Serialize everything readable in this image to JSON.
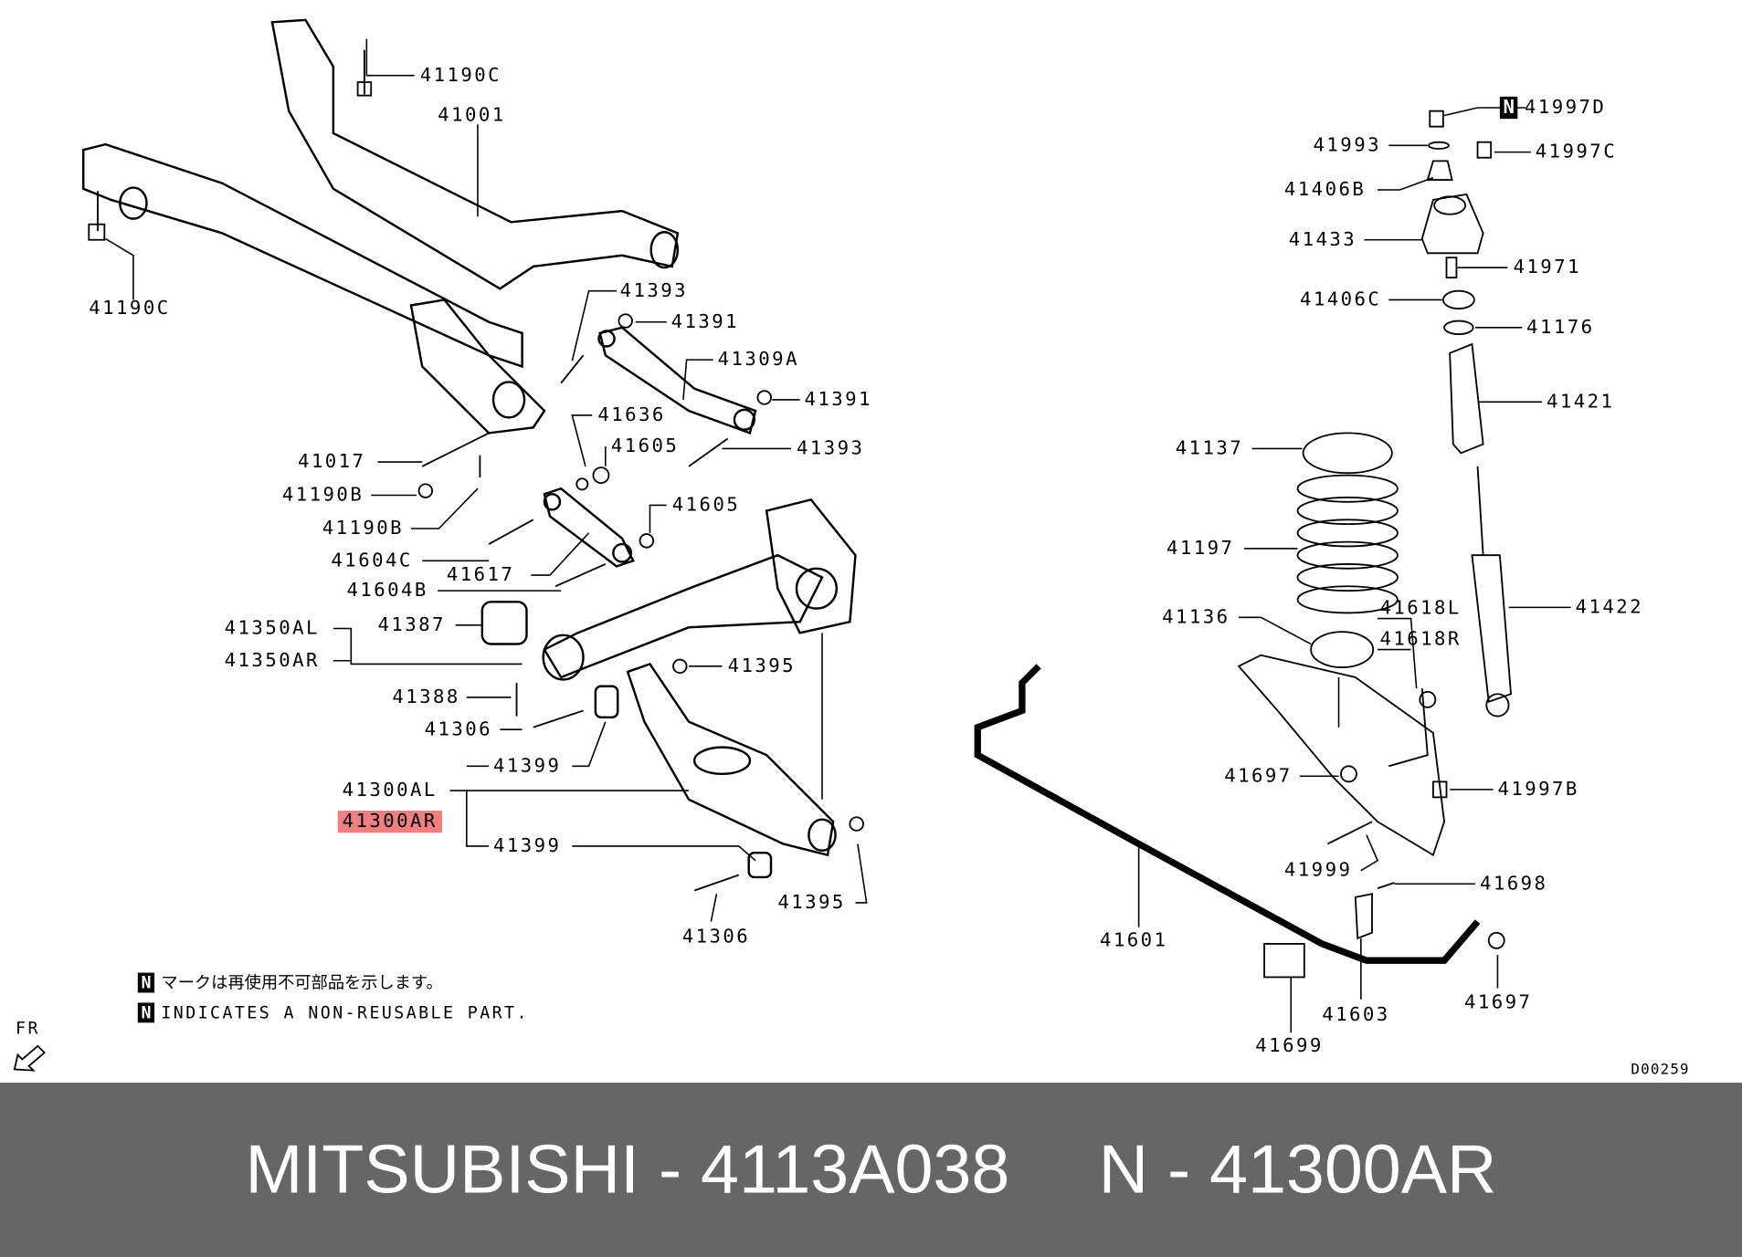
{
  "labels": [
    "41190C",
    "41001",
    "41190C",
    "41393",
    "41391",
    "41309A",
    "41636",
    "41391",
    "41605",
    "41393",
    "41017",
    "41190B",
    "41190B",
    "41605",
    "41604C",
    "41617",
    "41604B",
    "41350AL",
    "41387",
    "41350AR",
    "41395",
    "41388",
    "41306",
    "41399",
    "41300AL",
    "41300AR",
    "41399",
    "41395",
    "41306",
    "41997D",
    "41993",
    "41997C",
    "41406B",
    "41433",
    "41971",
    "41406C",
    "41176",
    "41421",
    "41137",
    "41197",
    "41618L",
    "41422",
    "41136",
    "41618R",
    "41697",
    "41997B",
    "41999",
    "41698",
    "41601",
    "41603",
    "41697",
    "41699"
  ],
  "notes": {
    "n_mark": "N",
    "jp": "マークは再使用不可部品を示します。",
    "en": "INDICATES A NON-REUSABLE PART.",
    "front": "FR",
    "diagram_code": "D00259"
  },
  "footer": {
    "brand": "MITSUBISHI",
    "part_number": "4113A038",
    "ref": "N - 41300AR",
    "sep": " - "
  },
  "colors": {
    "highlight": "#f08080",
    "footer_bg": "#666666"
  }
}
